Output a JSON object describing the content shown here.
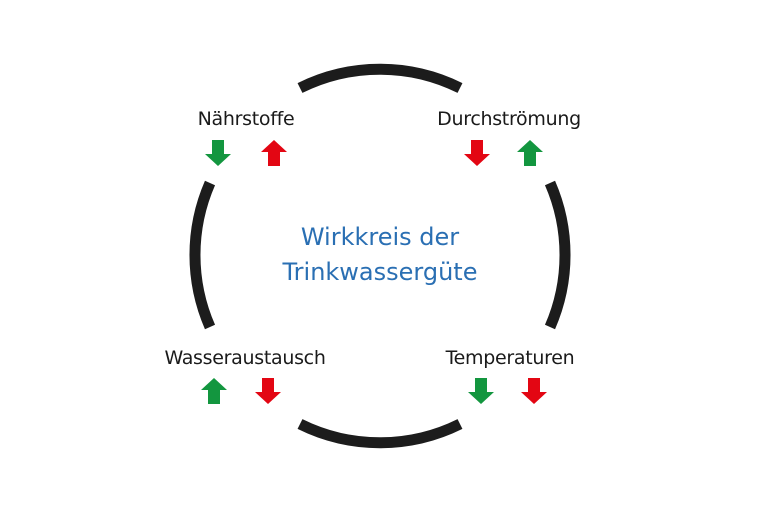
{
  "title": {
    "line1": "Wirkkreis der",
    "line2": "Trinkwassergüte"
  },
  "colors": {
    "up_green": "#13963f",
    "down_red": "#e30613",
    "ring": "#1c1c1c",
    "title": "#2a6fb3"
  },
  "factors": [
    {
      "label": "Nährstoffe",
      "arrows": [
        {
          "dir": "down",
          "color": "green"
        },
        {
          "dir": "up",
          "color": "red"
        }
      ]
    },
    {
      "label": "Durchströmung",
      "arrows": [
        {
          "dir": "down",
          "color": "red"
        },
        {
          "dir": "up",
          "color": "green"
        }
      ]
    },
    {
      "label": "Wasseraustausch",
      "arrows": [
        {
          "dir": "up",
          "color": "green"
        },
        {
          "dir": "down",
          "color": "red"
        }
      ]
    },
    {
      "label": "Temperaturen",
      "arrows": [
        {
          "dir": "down",
          "color": "green"
        },
        {
          "dir": "down",
          "color": "red"
        }
      ]
    }
  ]
}
